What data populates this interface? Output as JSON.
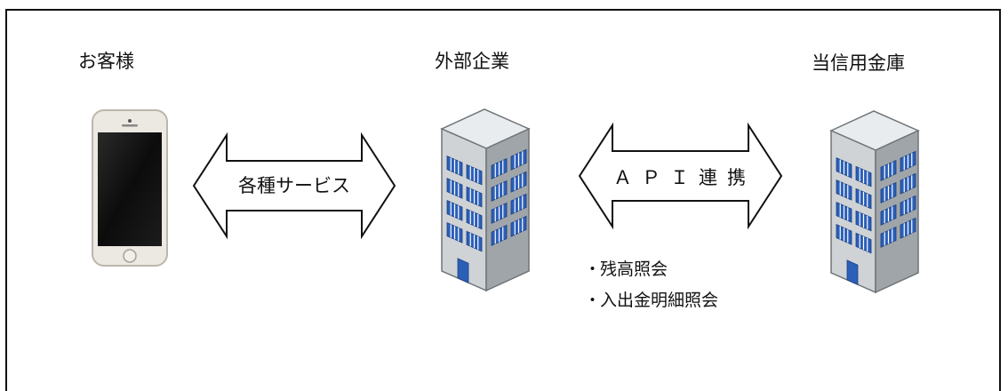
{
  "labels": {
    "customer": "お客様",
    "external_company": "外部企業",
    "credit_union": "当信用金庫"
  },
  "arrows": {
    "services": "各種サービス",
    "api": "ＡＰＩ連携"
  },
  "api_features": [
    "残高照会",
    "入出金明細照会"
  ],
  "bullet_symbol": "・",
  "colors": {
    "building_front": "#cfd3d6",
    "building_side": "#9fa5a9",
    "window": "#2b5fb8",
    "phone_body": "#e8e4df",
    "phone_screen": "#111111"
  }
}
